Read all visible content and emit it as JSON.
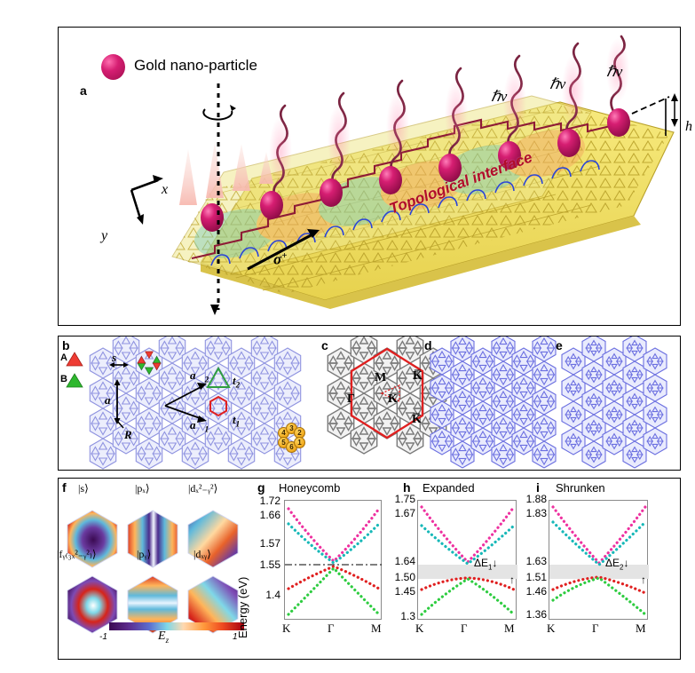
{
  "figure": {
    "panels": [
      "a",
      "b",
      "c",
      "d",
      "e",
      "f",
      "g",
      "h",
      "i"
    ]
  },
  "panel_a": {
    "label": "a",
    "legend_label": "Gold nano-particle",
    "legend_icon": "gold-nanoparticle-sphere",
    "interface_label": "Topological interface",
    "spin_label": "σ⁺",
    "height_label": "h",
    "axis_x": "x",
    "axis_y": "y",
    "photon_labels": [
      "ℏν",
      "ℏν",
      "ℏν"
    ],
    "rotation_icon": "rotation-arrow-icon",
    "dashed_axis_icon": "dashed-vertical-axis-icon",
    "colors": {
      "particle": "#d61e72",
      "slab": "#f2e163",
      "interface_line": "#8e1b36",
      "interface_text": "#b10c2a",
      "photon_wave": "#7a2340"
    }
  },
  "panel_b": {
    "label": "b",
    "legend": [
      {
        "name": "A",
        "color": "#ee3b33",
        "orientation": "down"
      },
      {
        "name": "B",
        "color": "#2eb82e",
        "orientation": "up"
      }
    ],
    "annotations": {
      "s": "s",
      "a": "a",
      "R": "R",
      "a1": "a⃗1",
      "a2": "a⃗2",
      "t1": "t1",
      "t2": "t2"
    },
    "site_numbers": [
      "1",
      "2",
      "3",
      "4",
      "5",
      "6"
    ],
    "colors": {
      "lattice": "#8f93e0",
      "lattice_fill": "#e8e9fb",
      "t1_hex": "#e02020",
      "t2_tri": "#2f9e3f",
      "site_circle": "#f0a81b"
    }
  },
  "panel_c": {
    "label": "c",
    "bz_labels": [
      "M",
      "K̅",
      "Γ",
      "K",
      "K̅"
    ],
    "colors": {
      "lattice": "#808080",
      "bz_outline": "#e02020"
    }
  },
  "panel_d": {
    "label": "d",
    "colors": {
      "lattice": "#6b6fe0"
    }
  },
  "panel_e": {
    "label": "e",
    "colors": {
      "lattice": "#6b6fe0"
    }
  },
  "panel_f": {
    "label": "f",
    "orbitals": [
      {
        "ket": "|s⟩",
        "name": "s"
      },
      {
        "ket": "|pₓ⟩",
        "name": "px"
      },
      {
        "ket": "|dₓ²₋ᵧ²⟩",
        "name": "dx2-y2"
      },
      {
        "ket": "|fᵧ₍₃ₓ²₋ᵧ²₎⟩",
        "name": "fy(3x2-y2)"
      },
      {
        "ket": "|pᵧ⟩",
        "name": "py"
      },
      {
        "ket": "|dₓᵧ⟩",
        "name": "dxy"
      }
    ],
    "colorbar": {
      "min": "-1",
      "max": "1",
      "quantity": "E",
      "quantity_sub": "z"
    }
  },
  "chart_data": [
    {
      "type": "line",
      "panel": "g",
      "title": "Honeycomb",
      "xlabel": "",
      "ylabel": "Energy (eV)",
      "x": [
        "K",
        "Γ",
        "M"
      ],
      "ytick_labels": [
        "1.72",
        "1.66",
        "1.57",
        "1.55",
        "1.4"
      ],
      "ytick_values": [
        1.72,
        1.66,
        1.57,
        1.55,
        1.4
      ],
      "ylim": [
        1.38,
        1.745
      ],
      "gap": null,
      "dashdot_line": 1.57,
      "series": [
        {
          "name": "band-magenta",
          "color": "#ee31a0",
          "values": [
            1.72,
            1.575,
            1.72
          ]
        },
        {
          "name": "band-cyan",
          "color": "#17b8b8",
          "values": [
            1.665,
            1.572,
            1.665
          ]
        },
        {
          "name": "band-red",
          "color": "#e02020",
          "values": [
            1.552,
            1.57,
            1.552
          ]
        },
        {
          "name": "band-green",
          "color": "#2ecc40",
          "values": [
            1.4,
            1.568,
            1.4
          ]
        }
      ]
    },
    {
      "type": "line",
      "panel": "h",
      "title": "Expanded",
      "xlabel": "",
      "ylabel": "Energy (eV)",
      "x": [
        "K",
        "Γ",
        "M"
      ],
      "ytick_labels": [
        "1.75",
        "1.67",
        "1.64",
        "1.50",
        "1.45",
        "1.3"
      ],
      "ytick_values": [
        1.75,
        1.67,
        1.64,
        1.5,
        1.45,
        1.3
      ],
      "ylim": [
        1.28,
        1.775
      ],
      "gap": {
        "label": "ΔE",
        "sub": "1",
        "low": 1.5,
        "high": 1.64
      },
      "series": [
        {
          "name": "band-magenta",
          "color": "#ee31a0",
          "values": [
            1.75,
            1.645,
            1.75
          ]
        },
        {
          "name": "band-cyan",
          "color": "#17b8b8",
          "values": [
            1.67,
            1.64,
            1.67
          ]
        },
        {
          "name": "band-red",
          "color": "#e02020",
          "values": [
            1.45,
            1.505,
            1.45
          ]
        },
        {
          "name": "band-green",
          "color": "#2ecc40",
          "values": [
            1.3,
            1.5,
            1.3
          ]
        }
      ]
    },
    {
      "type": "line",
      "panel": "i",
      "title": "Shrunken",
      "xlabel": "",
      "ylabel": "Energy (eV)",
      "x": [
        "K",
        "Γ",
        "M"
      ],
      "ytick_labels": [
        "1.88",
        "1.83",
        "1.63",
        "1.51",
        "1.46",
        "1.36"
      ],
      "ytick_values": [
        1.88,
        1.83,
        1.63,
        1.51,
        1.46,
        1.36
      ],
      "ylim": [
        1.34,
        1.905
      ],
      "gap": {
        "label": "ΔE",
        "sub": "2",
        "low": 1.51,
        "high": 1.63
      },
      "series": [
        {
          "name": "band-magenta",
          "color": "#ee31a0",
          "values": [
            1.88,
            1.635,
            1.88
          ]
        },
        {
          "name": "band-cyan",
          "color": "#17b8b8",
          "values": [
            1.83,
            1.63,
            1.83
          ]
        },
        {
          "name": "band-red",
          "color": "#e02020",
          "values": [
            1.46,
            1.515,
            1.46
          ]
        },
        {
          "name": "band-green",
          "color": "#2ecc40",
          "values": [
            1.36,
            1.51,
            1.36
          ]
        }
      ]
    }
  ]
}
